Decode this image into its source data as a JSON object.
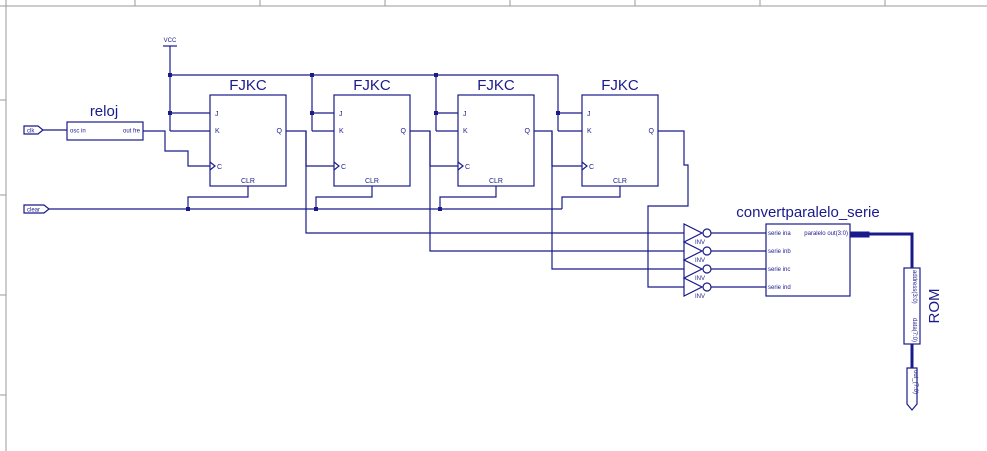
{
  "power": {
    "vcc_label": "VCC"
  },
  "ports": {
    "clk": "clk",
    "clear": "clear",
    "out": "out_(7:0)"
  },
  "reloj": {
    "title": "reloj",
    "pin_in": "osc in",
    "pin_out": "out fre"
  },
  "flipflops": [
    {
      "title": "FJKC",
      "j": "J",
      "k": "K",
      "c": "C",
      "q": "Q",
      "clr": "CLR"
    },
    {
      "title": "FJKC",
      "j": "J",
      "k": "K",
      "c": "C",
      "q": "Q",
      "clr": "CLR"
    },
    {
      "title": "FJKC",
      "j": "J",
      "k": "K",
      "c": "C",
      "q": "Q",
      "clr": "CLR"
    },
    {
      "title": "FJKC",
      "j": "J",
      "k": "K",
      "c": "C",
      "q": "Q",
      "clr": "CLR"
    }
  ],
  "inverters": [
    "INV",
    "INV",
    "INV",
    "INV"
  ],
  "converter": {
    "title": "convertparalelo_serie",
    "inputs": [
      "serie ina",
      "serie inb",
      "serie inc",
      "serie ind"
    ],
    "output": "paralelo out(3:0)"
  },
  "rom": {
    "title": "ROM",
    "address": "address(3:0)",
    "data": "data(7:0)"
  },
  "colors": {
    "wire": "#1a1a8c",
    "frame": "#9a9a9a",
    "background": "#ffffff"
  }
}
